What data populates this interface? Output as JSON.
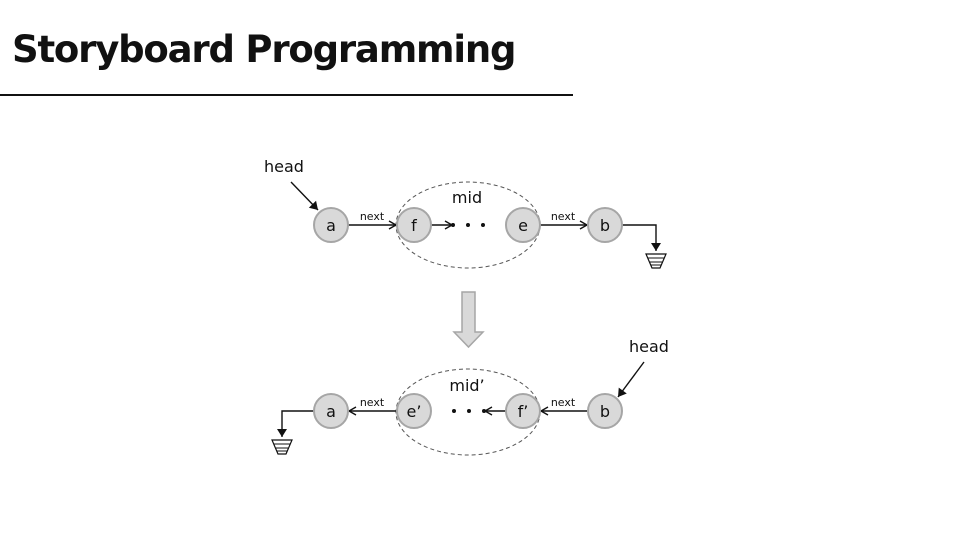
{
  "slide": {
    "title": "Storyboard Programming"
  },
  "diagram": {
    "before": {
      "head_label": "head",
      "nodes": [
        "a",
        "f",
        "e",
        "b"
      ],
      "edge_labels": [
        "next",
        "next"
      ],
      "group_label": "mid",
      "ellipsis": "· · ·"
    },
    "after": {
      "head_label": "head",
      "nodes": [
        "a",
        "e’",
        "f’",
        "b"
      ],
      "edge_labels": [
        "next",
        "next"
      ],
      "group_label": "mid’",
      "ellipsis": "· · ·"
    },
    "colors": {
      "node_fill": "#d9d9d9",
      "node_stroke": "#a6a6a6",
      "arrow_fill": "#d9d9d9",
      "arrow_stroke": "#a6a6a6",
      "line": "#111111"
    }
  }
}
